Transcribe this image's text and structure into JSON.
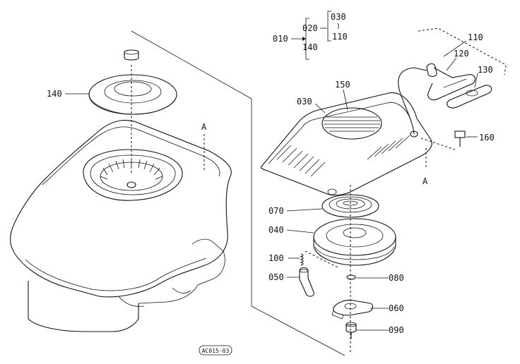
{
  "diagram": {
    "structure_labels": {
      "root": "010",
      "level1_top": "020",
      "level1_bottom": "140",
      "level2_top": "030",
      "level2_bottom": "110"
    },
    "callouts": {
      "p010": "010",
      "p020": "020",
      "p030": "030",
      "p040": "040",
      "p050": "050",
      "p060": "060",
      "p070": "070",
      "p080": "080",
      "p090": "090",
      "p100": "100",
      "p110": "110",
      "p120": "120",
      "p130": "130",
      "p140": "140",
      "p150": "150",
      "p160": "160"
    },
    "markers": {
      "a_left": "A",
      "a_right": "A"
    },
    "figure_id": "AC015-03"
  }
}
